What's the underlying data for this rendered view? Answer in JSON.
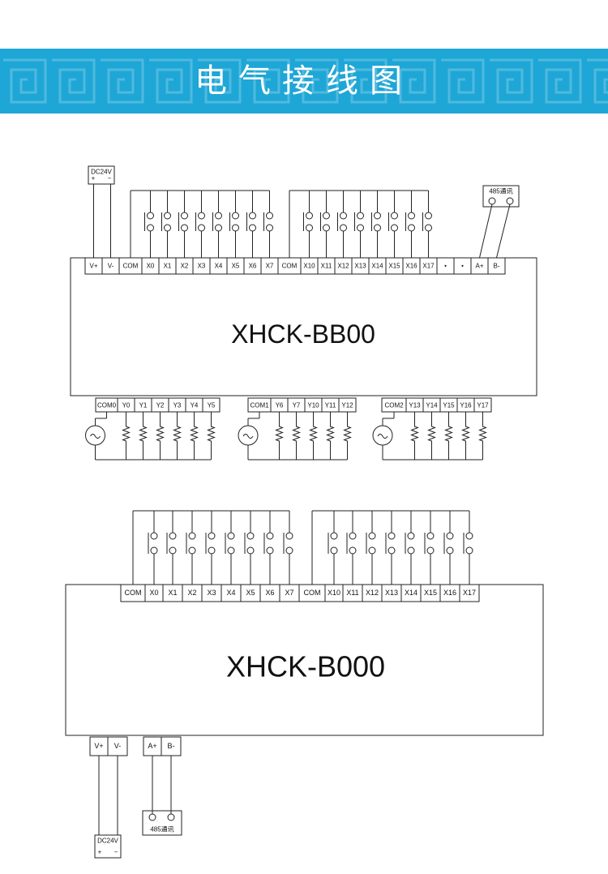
{
  "header": {
    "title": "电气接线图"
  },
  "colors": {
    "banner": "#1ea6d6",
    "line": "#222222"
  },
  "module1": {
    "name": "XHCK-BB00",
    "top_terminals": [
      "V+",
      "V-",
      "COM",
      "X0",
      "X1",
      "X2",
      "X3",
      "X4",
      "X5",
      "X6",
      "X7",
      "COM",
      "X10",
      "X11",
      "X12",
      "X13",
      "X14",
      "X15",
      "X16",
      "X17",
      "•",
      "•",
      "A+",
      "B-"
    ],
    "power_label": "DC24V",
    "power_polarity": [
      "+",
      "−"
    ],
    "comm_label": "485通讯",
    "output_groups": [
      [
        "COM0",
        "Y0",
        "Y1",
        "Y2",
        "Y3",
        "Y4",
        "Y5"
      ],
      [
        "COM1",
        "Y6",
        "Y7",
        "Y10",
        "Y11",
        "Y12"
      ],
      [
        "COM2",
        "Y13",
        "Y14",
        "Y15",
        "Y16",
        "Y17"
      ]
    ],
    "ac_symbol": "~"
  },
  "module2": {
    "name": "XHCK-B000",
    "top_terminals": [
      "COM",
      "X0",
      "X1",
      "X2",
      "X3",
      "X4",
      "X5",
      "X6",
      "X7",
      "COM",
      "X10",
      "X11",
      "X12",
      "X13",
      "X14",
      "X15",
      "X16",
      "X17"
    ],
    "power_terminals": [
      "V+",
      "V-"
    ],
    "comm_terminals": [
      "A+",
      "B-"
    ],
    "power_label": "DC24V",
    "power_polarity": [
      "+",
      "−"
    ],
    "comm_label": "485通讯"
  }
}
